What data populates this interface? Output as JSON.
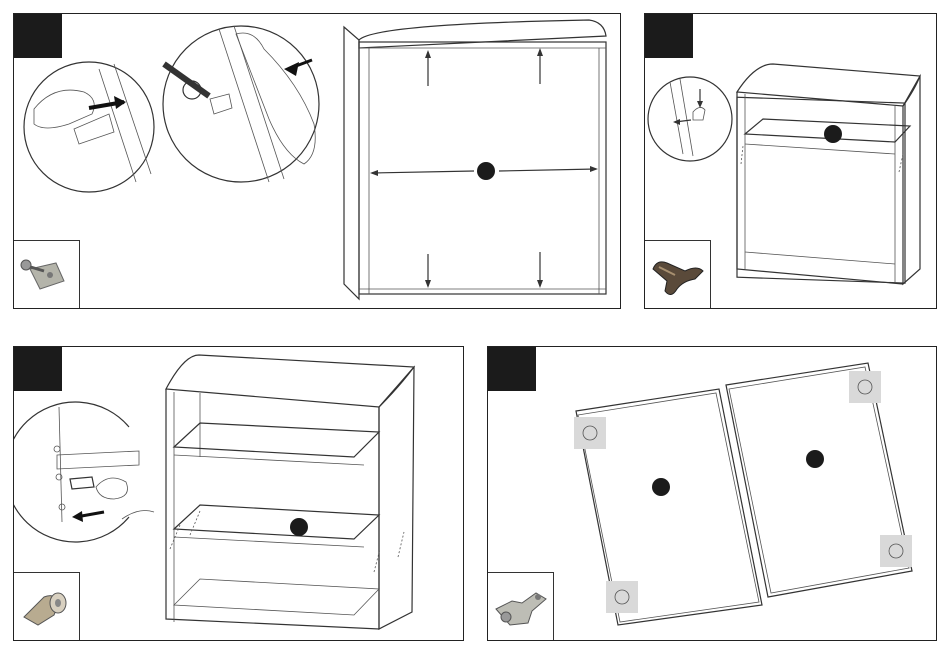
{
  "colors": {
    "badge": "#1b1b1b",
    "line": "#333333",
    "hinge_pad": "#d9d9d9",
    "marker": "#1b1b1b"
  },
  "steps": [
    {
      "id": "step-1",
      "part_icon": "cam-lock-screw-icon"
    },
    {
      "id": "step-2",
      "part_icon": "shelf-support-bracket-icon"
    },
    {
      "id": "step-3",
      "part_icon": "shelf-pin-icon"
    },
    {
      "id": "step-4",
      "part_icon": "cabinet-hinge-icon"
    }
  ]
}
